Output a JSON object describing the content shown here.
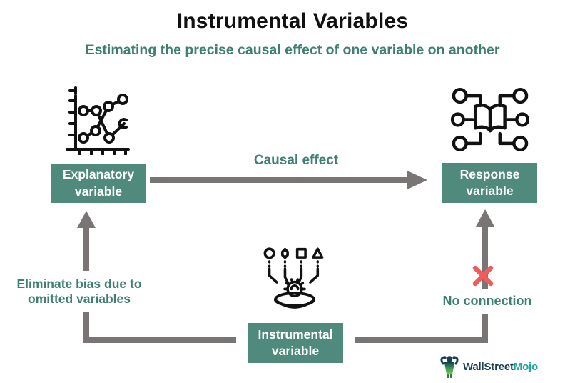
{
  "header": {
    "title": "Instrumental Variables",
    "subtitle": "Estimating the precise causal effect of one variable on another"
  },
  "nodes": {
    "explanatory": {
      "label": "Explanatory variable",
      "icon": "line-chart-icon"
    },
    "response": {
      "label": "Response variable",
      "icon": "book-network-icon"
    },
    "instrumental": {
      "label": "Instrumental variable",
      "icon": "shapes-gear-machine-icon"
    }
  },
  "edges": {
    "causal": {
      "label": "Causal effect",
      "from": "Explanatory variable",
      "to": "Response variable"
    },
    "bias": {
      "label": "Eliminate bias due to omitted variables",
      "from": "Instrumental variable",
      "to": "Explanatory variable"
    },
    "no_connection": {
      "label": "No connection",
      "from": "Instrumental variable",
      "to": "Response variable",
      "blocked": true
    }
  },
  "logo": {
    "text_primary": "WallStreet",
    "text_secondary": "Mojo"
  },
  "colors": {
    "teal_text": "#3D7F72",
    "box_fill": "#4F8A7C",
    "box_text": "#FFFFFF",
    "arrow_gray": "#7A7575",
    "cross_red": "#F05C5C",
    "ink": "#111111",
    "logo_dark": "#17404F",
    "logo_teal": "#1FA6A0"
  }
}
